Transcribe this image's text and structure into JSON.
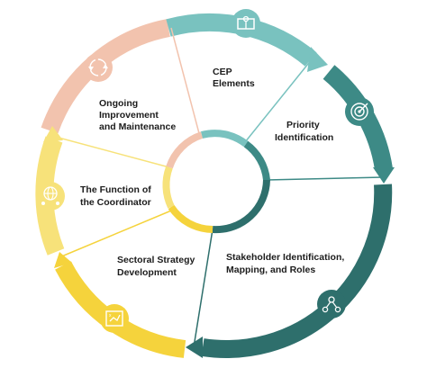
{
  "segments": [
    {
      "label_lines": [
        "CEP",
        "Elements"
      ],
      "icon": "puzzle-icon",
      "color": "#79c2bf"
    },
    {
      "label_lines": [
        "Priority",
        "Identification"
      ],
      "icon": "target-icon",
      "color": "#3d8a86"
    },
    {
      "label_lines": [
        "Stakeholder Identification,",
        "Mapping, and Roles"
      ],
      "icon": "network-icon",
      "color": "#2e6f6c"
    },
    {
      "label_lines": [
        "Sectoral Strategy",
        "Development"
      ],
      "icon": "strategy-board-icon",
      "color": "#f5d33c"
    },
    {
      "label_lines": [
        "The Function of",
        "the Coordinator"
      ],
      "icon": "coordinator-globe-icon",
      "color": "#f7e27a"
    },
    {
      "label_lines": [
        "Ongoing",
        "Improvement",
        "and Maintenance"
      ],
      "icon": "cycle-icon",
      "color": "#f2c3ae"
    }
  ]
}
